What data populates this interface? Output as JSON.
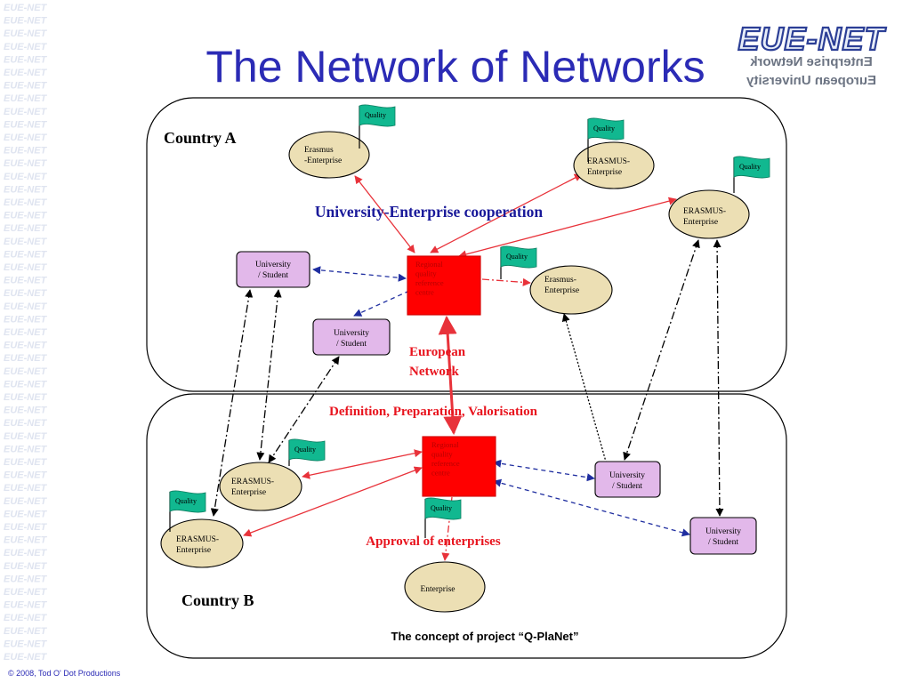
{
  "slide": {
    "title": "The Network of Networks",
    "caption": "The concept of project “Q-PlaNet”",
    "copyright": "© 2008, Tod O' Dot Productions",
    "watermark_text": "EUE-NET"
  },
  "logo": {
    "wordmark": "EUE-NET",
    "line1": "Enterprise Network",
    "line2": "European University"
  },
  "regions": {
    "country_a": "Country A",
    "country_b": "Country B"
  },
  "labels": {
    "cooperation": "University-Enterprise cooperation",
    "european_network_1": "European",
    "european_network_2": "Network",
    "definition": "Definition, Preparation, Valorisation",
    "approval": "Approval of enterprises"
  },
  "nodes": {
    "ent_a1": [
      "Erasmus",
      "-Enterprise"
    ],
    "ent_a2": [
      "ERASMUS-",
      "Enterprise"
    ],
    "ent_a3": [
      "ERASMUS-",
      "Enterprise"
    ],
    "ent_a4": [
      "Erasmus-",
      "Enterprise"
    ],
    "uni_a1": [
      "University",
      "/ Student"
    ],
    "uni_a2": [
      "University",
      "/ Student"
    ],
    "rqc_a": [
      "Regional",
      "quality",
      "reference",
      "centre"
    ],
    "ent_b1": [
      "ERASMUS-",
      "Enterprise"
    ],
    "ent_b2": [
      "ERASMUS-",
      "Enterprise"
    ],
    "ent_b3": [
      "Enterprise"
    ],
    "rqc_b": [
      "Regional",
      "quality",
      "reference",
      "centre"
    ],
    "uni_b1": [
      "University",
      "/ Student"
    ],
    "uni_b2": [
      "University",
      "/ Student"
    ]
  },
  "flag_label": "Quality",
  "colors": {
    "title": "#2b2bb5",
    "enterprise_fill": "#ecdfb4",
    "university_fill": "#e2b8ea",
    "rqc_fill": "#ff0000",
    "flag": "#11b890",
    "red_arrow": "#e8323a",
    "blue_arrow": "#1f2ea0",
    "label_blue": "#1a1a9a",
    "label_red": "#e8141e"
  }
}
